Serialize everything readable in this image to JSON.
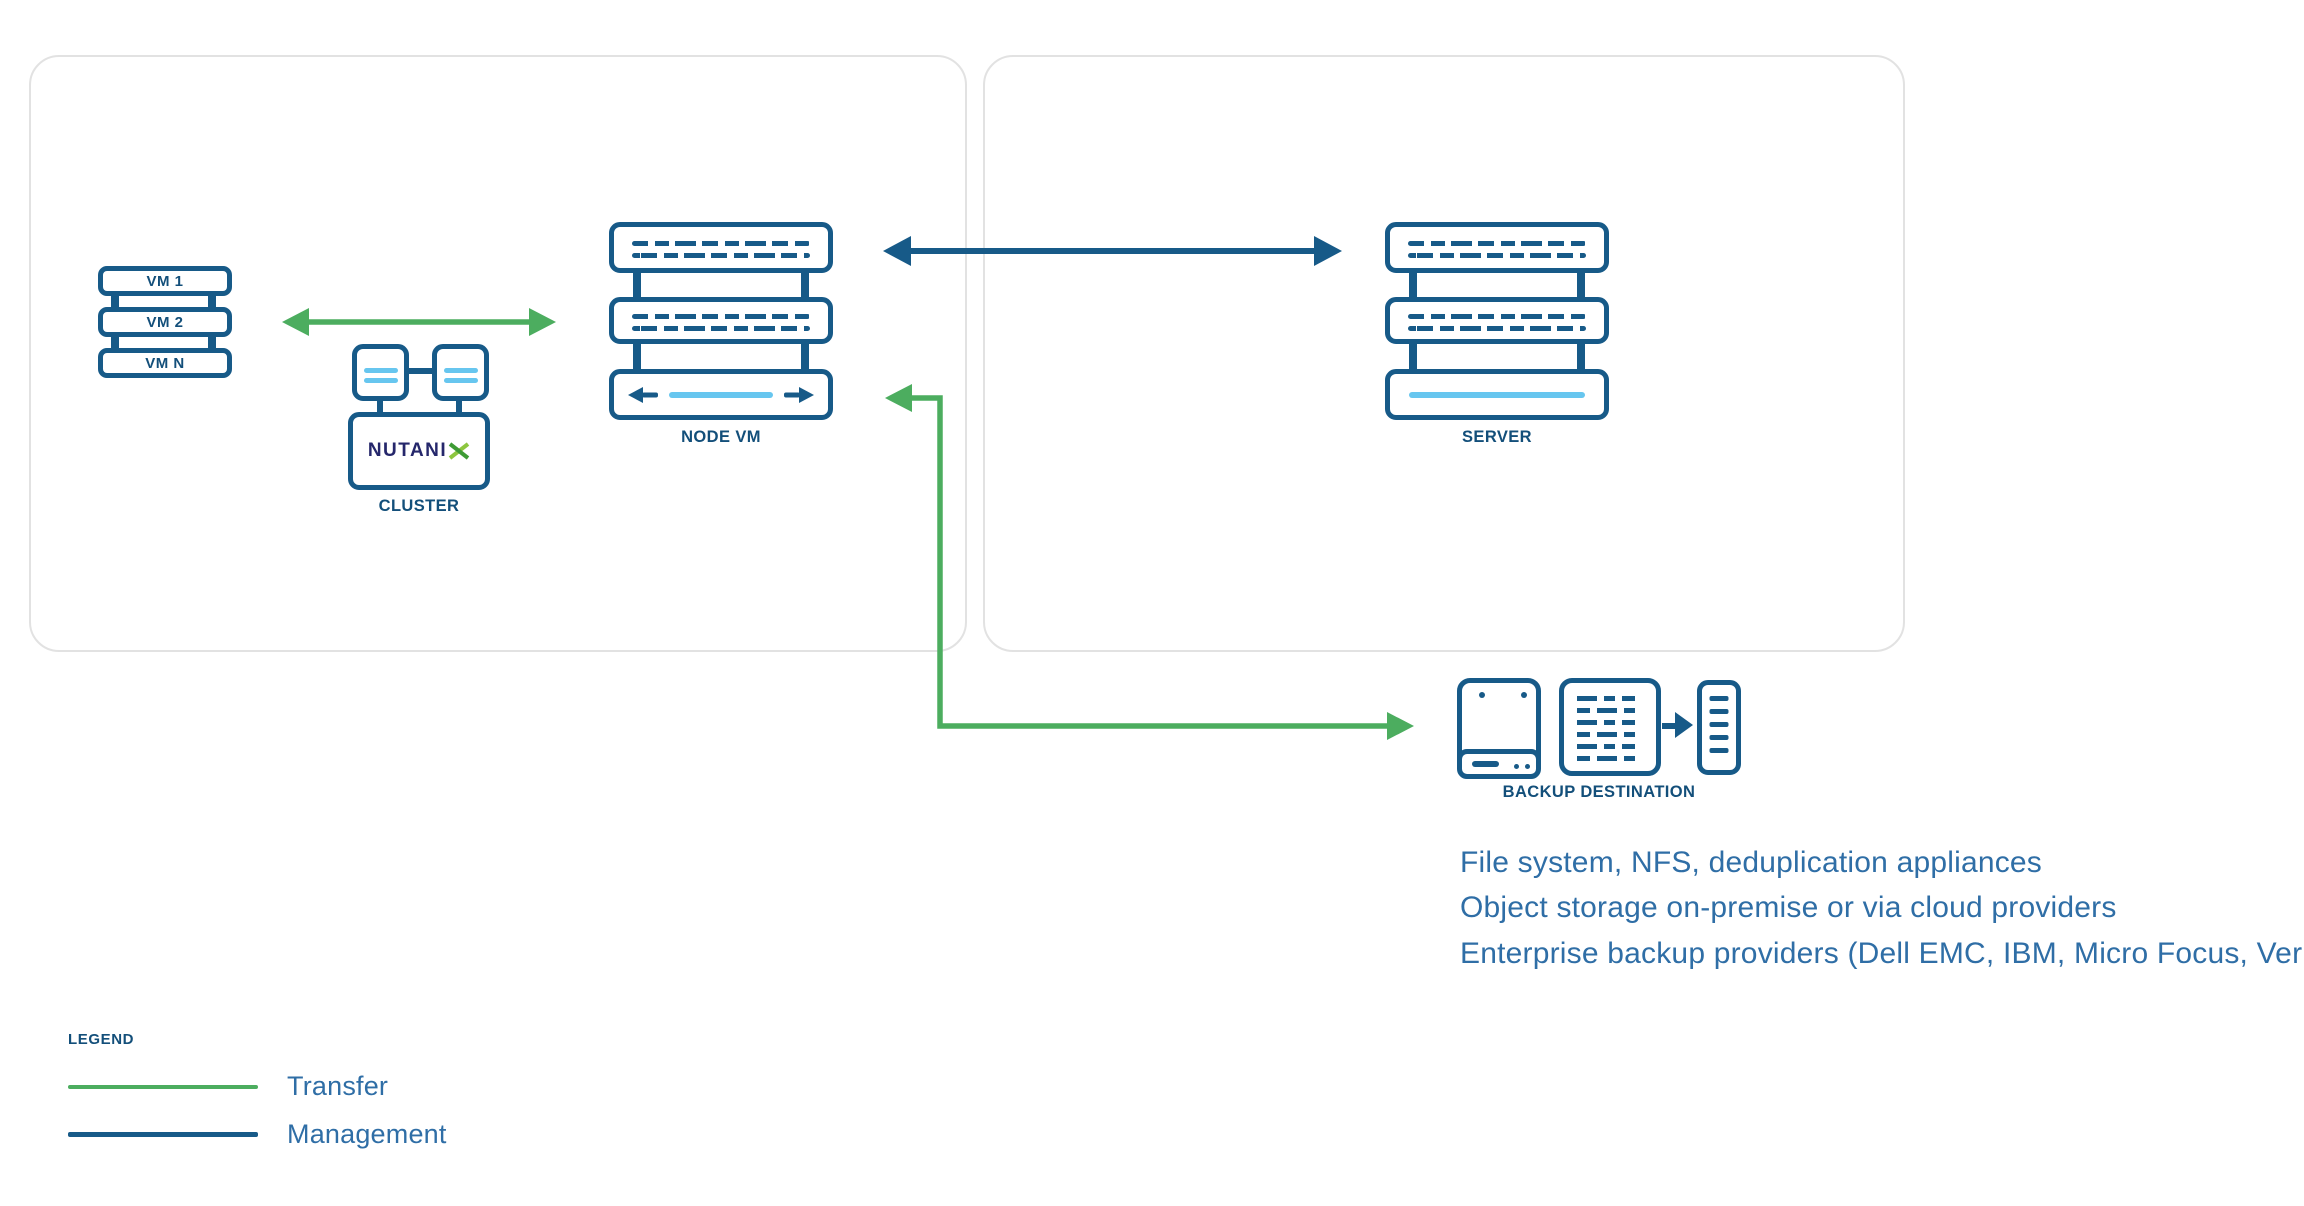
{
  "colors": {
    "primary_blue": "#175A88",
    "label_blue": "#134F7A",
    "light_blue": "#67C6EF",
    "transfer_green": "#4CAD5F",
    "body_text_blue": "#2F6EA6",
    "nutanix_navy": "#25276B",
    "nutanix_green": "#8DC63F",
    "panel_border": "#E2E2E2"
  },
  "vm_stack": {
    "items": [
      "VM 1",
      "VM 2",
      "VM N"
    ]
  },
  "cluster": {
    "logo_text": "NUTANI",
    "label": "CLUSTER"
  },
  "node_vm": {
    "label": "NODE VM"
  },
  "server": {
    "label": "SERVER"
  },
  "backup": {
    "label": "BACKUP DESTINATION"
  },
  "notes": [
    "File system, NFS, deduplication appliances",
    "Object storage on-premise or via cloud providers",
    "Enterprise backup providers (Dell EMC, IBM, Micro Focus, Veritas)"
  ],
  "legend": {
    "title": "LEGEND",
    "transfer_label": "Transfer",
    "management_label": "Management"
  }
}
